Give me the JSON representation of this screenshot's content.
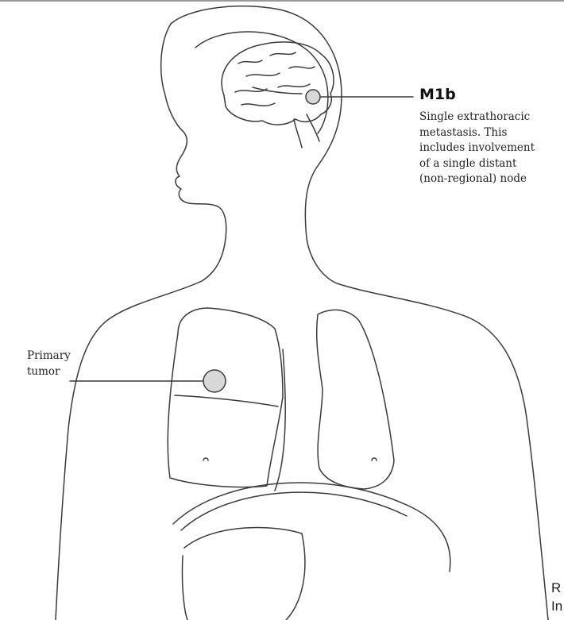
{
  "stage": {
    "title": "M1b",
    "description_lines": [
      "Single extrathoracic",
      "metastasis. This",
      "includes involvement",
      "of a single distant",
      "(non-regional) node"
    ]
  },
  "primary": {
    "label_lines": [
      "Primary",
      "tumor"
    ]
  },
  "corner": {
    "lines": [
      "R",
      "In"
    ]
  },
  "colors": {
    "line": "#3a3a3a",
    "fill": "#ffffff",
    "background": "#ffffff"
  }
}
